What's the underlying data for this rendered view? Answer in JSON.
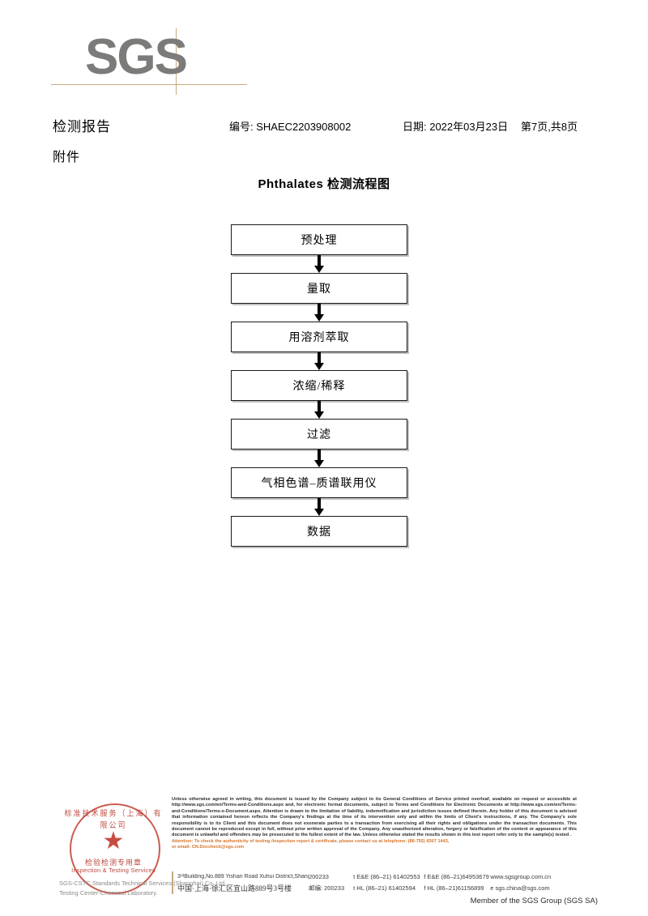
{
  "logo": {
    "text": "SGS",
    "rule_color": "#c8a981",
    "text_color": "#7b7b79"
  },
  "header": {
    "doc_title": "检测报告",
    "report_no": "编号: SHAEC2203908002",
    "date": "日期: 2022年03月23日",
    "page_count": "第7页,共8页",
    "attachment_label": "附件"
  },
  "flowchart": {
    "title": "Phthalates 检测流程图",
    "type": "vertical-flow",
    "steps": [
      {
        "label": "预处理"
      },
      {
        "label": "量取"
      },
      {
        "label": "用溶剂萃取"
      },
      {
        "label": "浓缩/稀释"
      },
      {
        "label": "过滤"
      },
      {
        "label": "气相色谱–质谱联用仪"
      },
      {
        "label": "数据"
      }
    ]
  },
  "seal": {
    "star": "★",
    "arc_top": "标准技术服务（上海）有限公司",
    "cn_center": "检验检测专用章",
    "en_center": "Inspection & Testing Services",
    "overlay_line1": "SGS-CSTC Standards Technical Services (Shanghai) Co.,Ltd.",
    "overlay_line2": "Testing Center-Chemical Laboratory.",
    "color": "#c0392b"
  },
  "footer": {
    "legal_paragraph": "Unless otherwise agreed in writing, this document is issued by the Company subject to its General Conditions of Service printed overleaf, available on request or accessible at http://www.sgs.com/en/Terms-and-Conditions.aspx and, for electronic format documents, subject to Terms and Conditions for Electronic Documents at http://www.sgs.com/en/Terms-and-Conditions/Terms-e-Document.aspx. Attention is drawn to the limitation of liability, indemnification and jurisdiction issues defined therein. Any holder of this document is advised that information contained hereon reflects the Company's findings at the time of its intervention only and within the limits of Client's instructions, if any. The Company's sole responsibility is to its Client and this document does not exonerate parties to a transaction from exercising all their rights and obligations under the transaction documents. This document cannot be reproduced except in full, without prior written approval of the Company. Any unauthorized alteration, forgery or falsification of the content or appearance of this document is unlawful and offenders may be prosecuted to the fullest extent of the law. Unless otherwise stated the results shown in this test report refer only to the sample(s) tested .",
    "attention_line1": "Attention: To check the authenticity of testing /inspection report & certificate, please contact us at telephone: (86-755) 8307 1443,",
    "attention_line2": "or email: CN.Doccheck@sgs.com",
    "attention_color": "#d9742a",
    "contact": {
      "en_address": "3ʳᵈBuilding,No.889 Yishan Road Xuhui District,Shanghai China",
      "en_zip": "200233",
      "en_tel": "t E&E (86–21) 61402553",
      "en_fax": "f E&E (86–21)64953679",
      "en_web": "www.sgsgroup.com.cn",
      "cn_address": "中国·上海·徐汇区宜山路889号3号楼",
      "cn_zip": "邮编: 200233",
      "cn_tel": "t HL (86–21) 61402594",
      "cn_fax": "f HL (86–21)61156899",
      "cn_email": "e sgs.china@sgs.com"
    },
    "member_line": "Member of the SGS Group (SGS SA)"
  }
}
